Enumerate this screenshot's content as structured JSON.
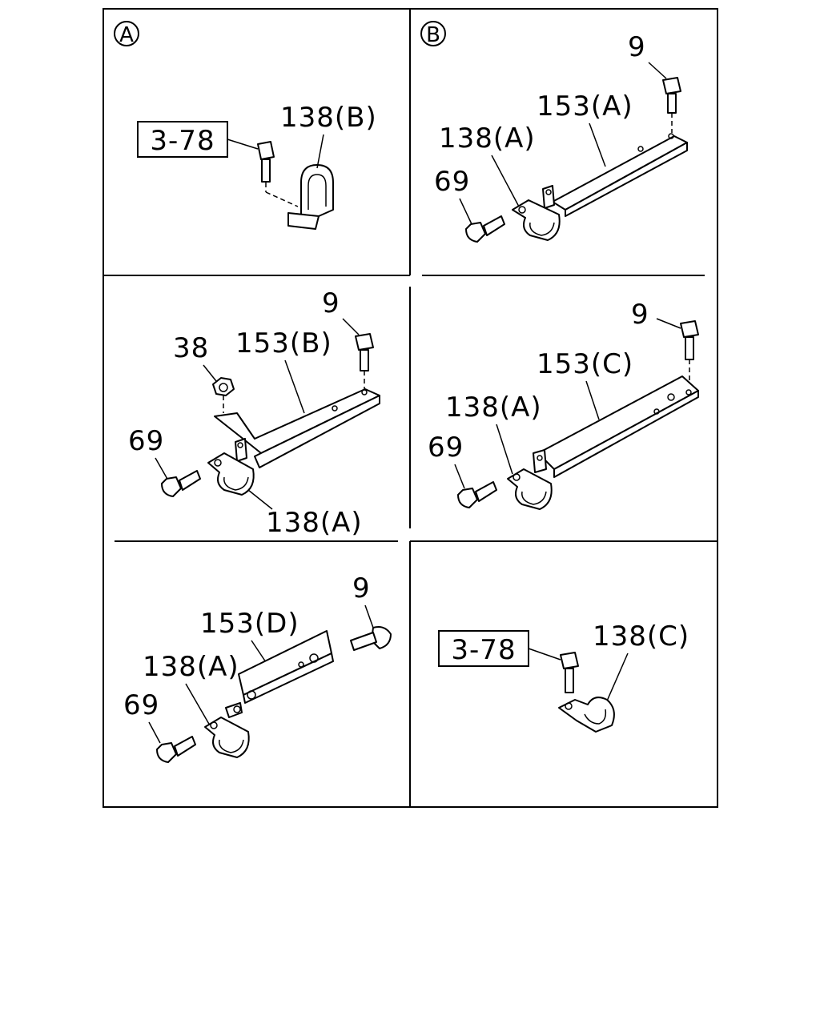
{
  "panels": {
    "A": {
      "circle_label": "A",
      "ref_box": "3-78",
      "labels": [
        "138(B)"
      ]
    },
    "B": {
      "circle_label": "B",
      "labels": [
        "9",
        "153(A)",
        "138(A)",
        "69"
      ]
    },
    "middle_left": {
      "labels": [
        "9",
        "38",
        "153(B)",
        "69",
        "138(A)"
      ]
    },
    "middle_right": {
      "labels": [
        "9",
        "153(C)",
        "138(A)",
        "69"
      ]
    },
    "bottom_left": {
      "labels": [
        "9",
        "153(D)",
        "138(A)",
        "69"
      ]
    },
    "bottom_right": {
      "ref_box": "3-78",
      "labels": [
        "138(C)"
      ]
    }
  }
}
